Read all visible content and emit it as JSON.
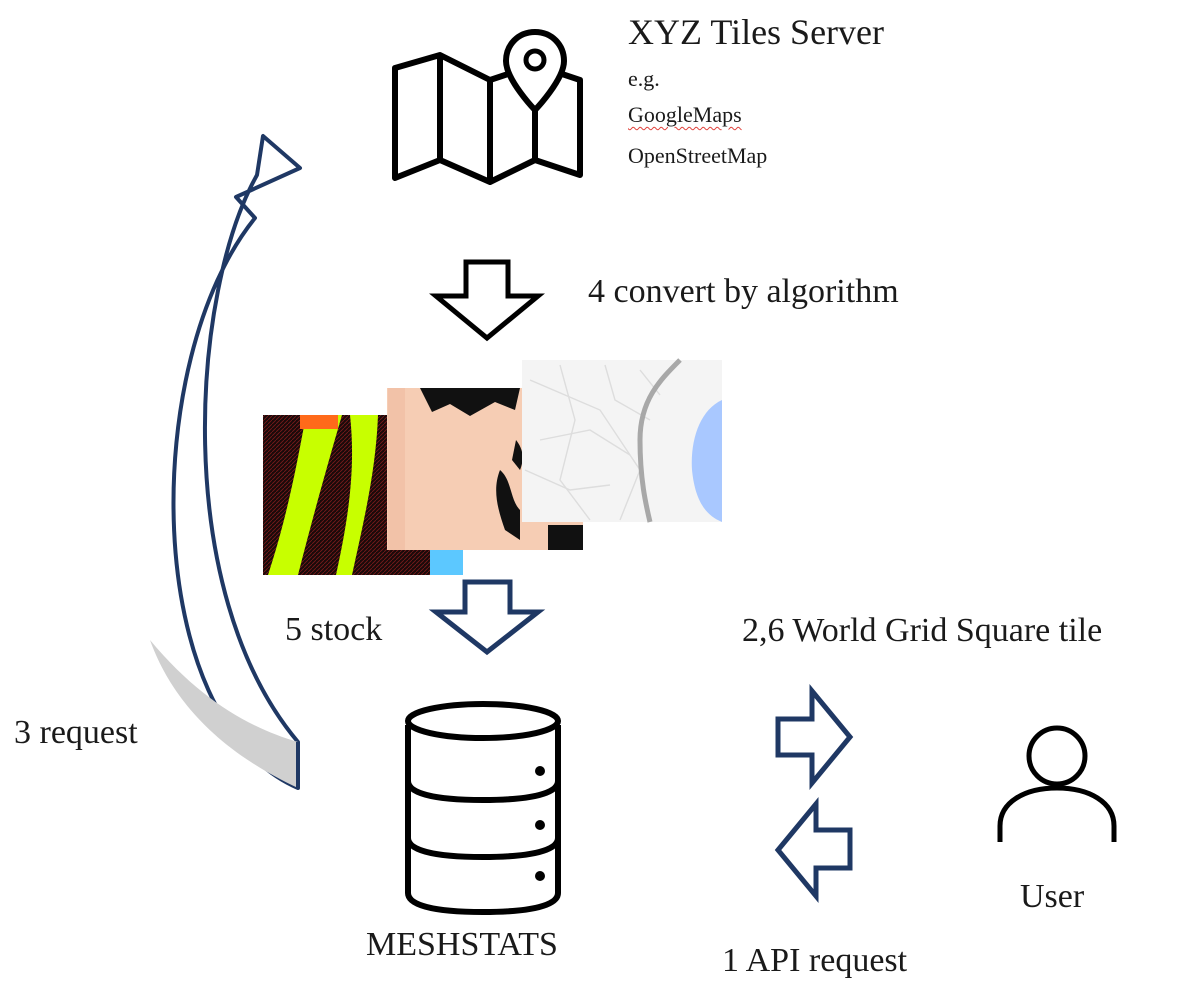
{
  "server": {
    "title": "XYZ Tiles Server",
    "example_prefix": "e.g.",
    "examples": [
      "GoogleMaps",
      "OpenStreetMap"
    ],
    "icon": "map-pin-icon"
  },
  "steps": {
    "request_api": "1 API request",
    "grid_tile": "2,6 World Grid Square tile",
    "request_tiles": "3 request",
    "convert": "4 convert by algorithm",
    "stock": "5 stock"
  },
  "database": {
    "label": "MESHSTATS",
    "icon": "database-icon"
  },
  "user": {
    "label": "User",
    "icon": "user-icon"
  },
  "colors": {
    "arrow_outline": "#1f3864",
    "curved_arrow_fill": "#d0d0d0",
    "icon_stroke": "#000000",
    "tile_land_pink": "#f6cdb4",
    "tile_yellow_green": "#c8ff00",
    "tile_dark": "#1a0a0a",
    "tile_water_blue": "#a9c8ff",
    "tile_orange": "#ff6a1a"
  }
}
